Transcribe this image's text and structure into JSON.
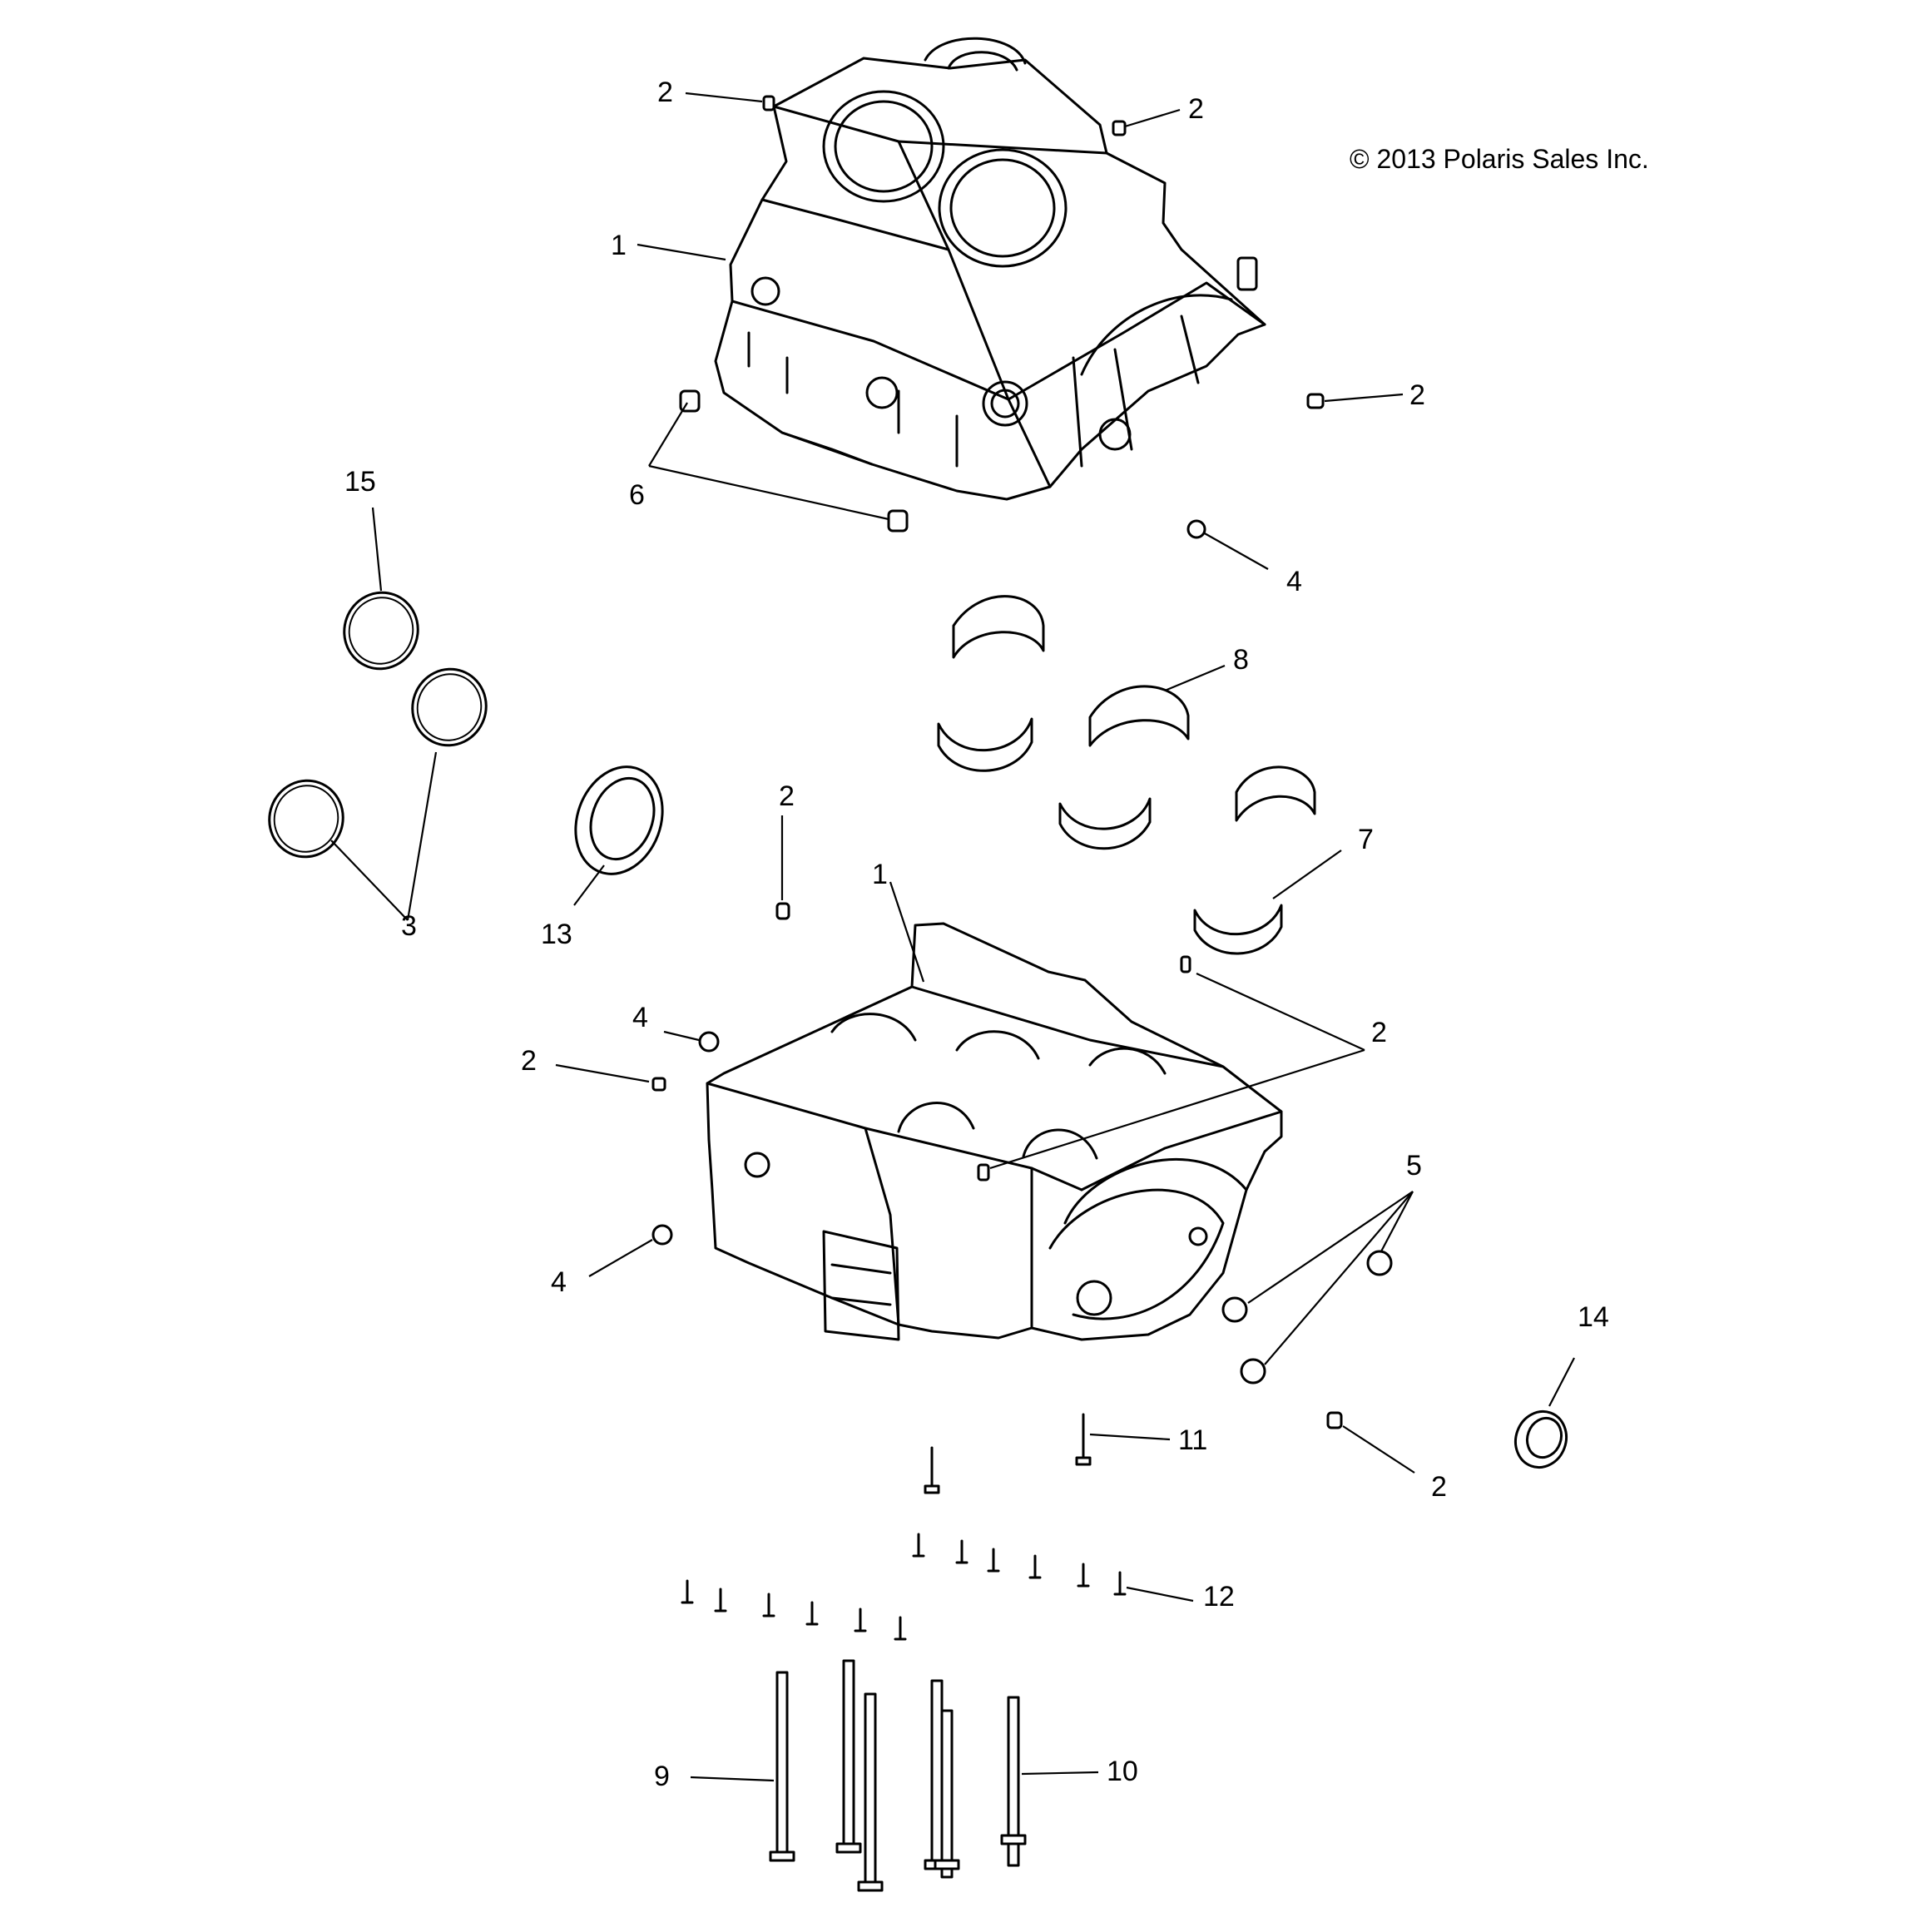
{
  "copyright": "© 2013 Polaris Sales Inc.",
  "callouts": {
    "c1_top": "1",
    "c1_bottom": "1",
    "c2": "2",
    "c3": "3",
    "c4": "4",
    "c5": "5",
    "c6": "6",
    "c7": "7",
    "c8": "8",
    "c9": "9",
    "c10": "10",
    "c11": "11",
    "c12": "12",
    "c13": "13",
    "c14": "14",
    "c15": "15"
  }
}
